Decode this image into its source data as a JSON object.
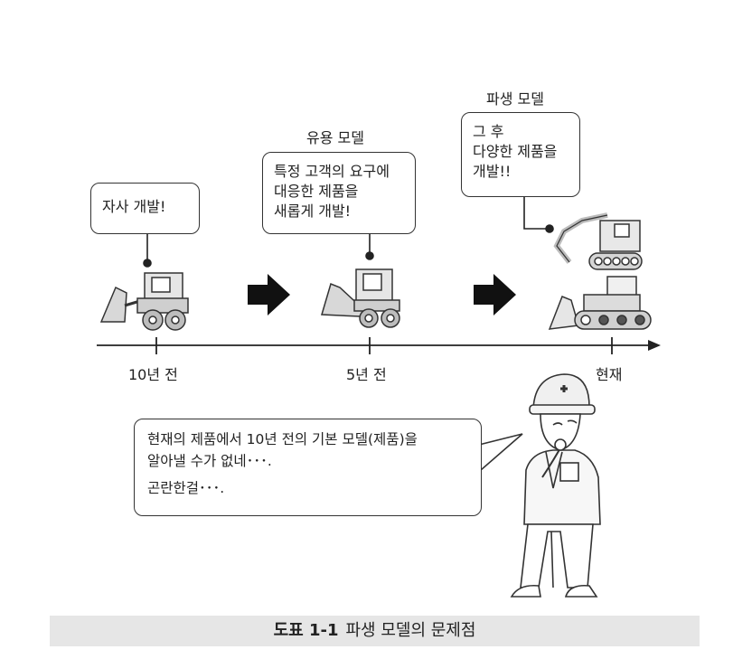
{
  "stages": [
    {
      "label": "자사 개발!",
      "tick": "10년 전"
    },
    {
      "title": "유용 모델",
      "lines": [
        "특정 고객의 요구에",
        "대응한 제품을",
        "새롭게 개발!"
      ],
      "tick": "5년 전"
    },
    {
      "title": "파생 모델",
      "lines": [
        "그 후",
        "다양한 제품을",
        "개발!!"
      ],
      "tick": "현재"
    }
  ],
  "speech": {
    "lines": [
      "현재의 제품에서 10년 전의 기본 모델(제품)을",
      "알아낼 수가 없네･･･.",
      "곤란한걸･･･."
    ]
  },
  "caption": {
    "number": "도표 1-1",
    "text": "파생 모델의 문제점"
  },
  "icons": [
    "wheel-loader-icon",
    "bulldozer-loader-icon",
    "excavator-icon",
    "crawler-bulldozer-icon",
    "arrow-right-icon",
    "worker-icon"
  ]
}
